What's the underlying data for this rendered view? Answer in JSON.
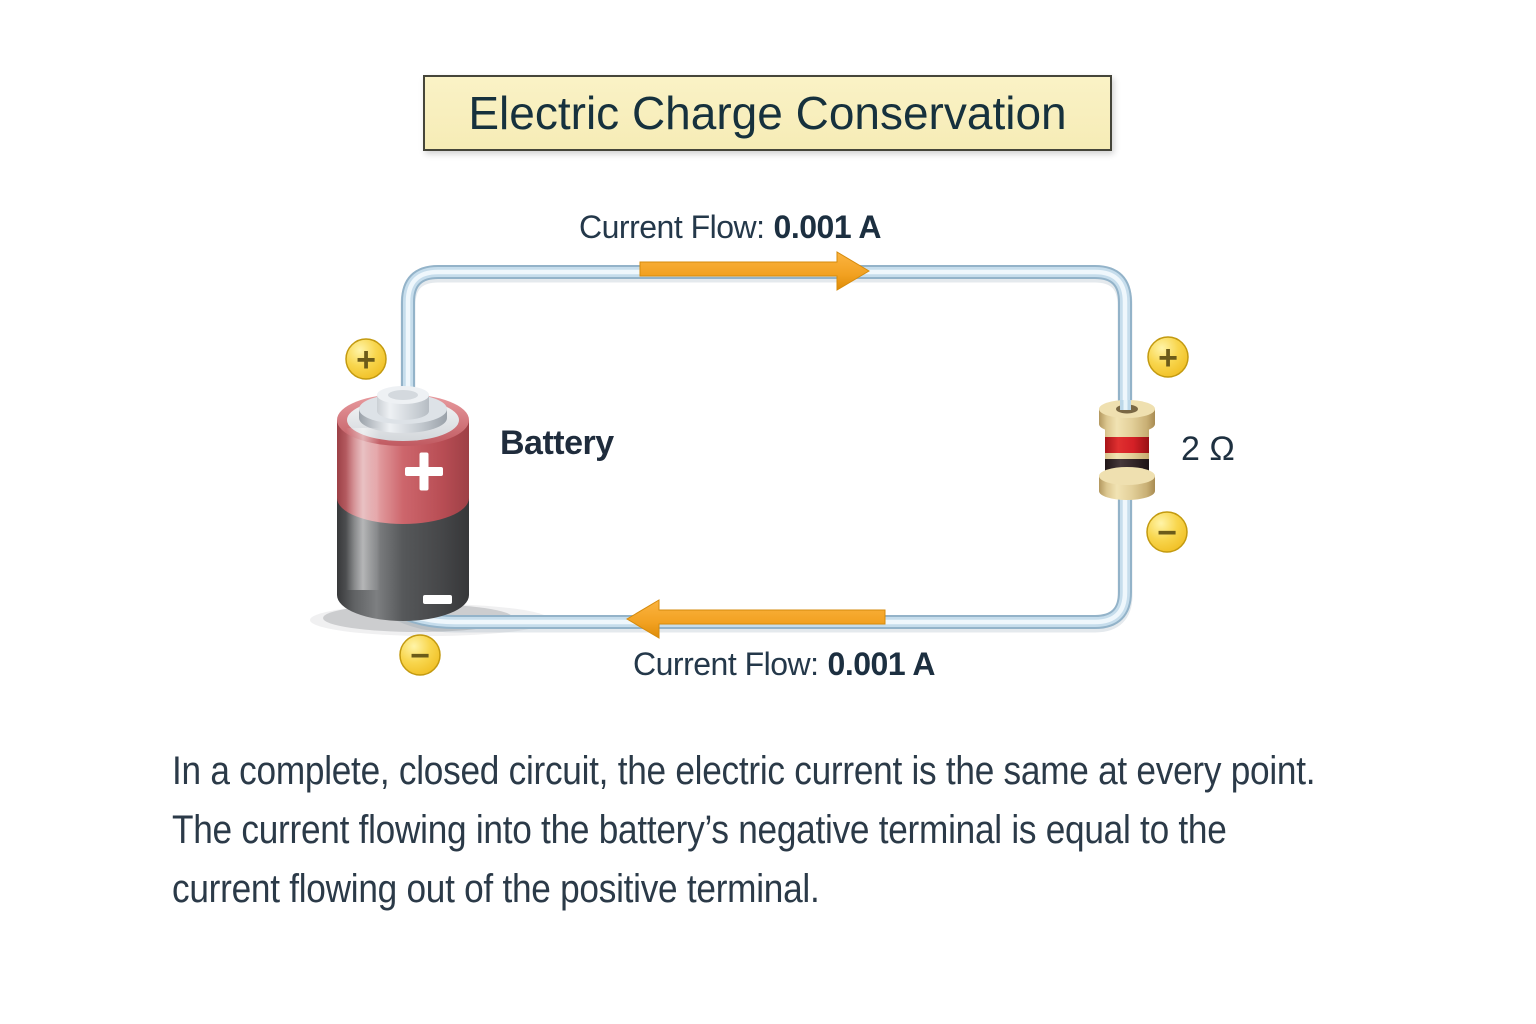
{
  "title": "Electric Charge Conservation",
  "top_flow": {
    "label": "Current Flow:",
    "value": "0.001 A"
  },
  "bottom_flow": {
    "label": "Current Flow:",
    "value": "0.001 A"
  },
  "battery": {
    "label": "Battery",
    "plus_symbol": "+",
    "minus_symbol": "−"
  },
  "resistor": {
    "value": "2 Ω",
    "plus_symbol": "+",
    "minus_symbol": "−"
  },
  "caption_lines": {
    "line1": "In a complete, closed circuit, the electric current is the same at every point.",
    "line2": "The current flowing into the battery’s negative terminal is equal to the",
    "line3": "current flowing out of the positive terminal."
  },
  "icons": {
    "battery_positive_terminal": "plus-in-gold-circle",
    "battery_negative_terminal": "minus-in-gold-circle",
    "resistor_positive_terminal": "plus-in-gold-circle",
    "resistor_negative_terminal": "minus-in-gold-circle",
    "battery_body_positive": "white-plus",
    "battery_body_negative": "white-minus"
  },
  "colors": {
    "title_background": "#f8efbe",
    "title_border": "#45453a",
    "text_dark": "#2b3a48",
    "wire": "#b9d4e6",
    "arrow_orange": "#f2a121",
    "terminal_gold": "#f5ce3e",
    "battery_red": "#c25a60",
    "battery_gray": "#47484a",
    "resistor_tan": "#dcc891",
    "resistor_band_red": "#d5232a",
    "resistor_band_black": "#302426"
  }
}
